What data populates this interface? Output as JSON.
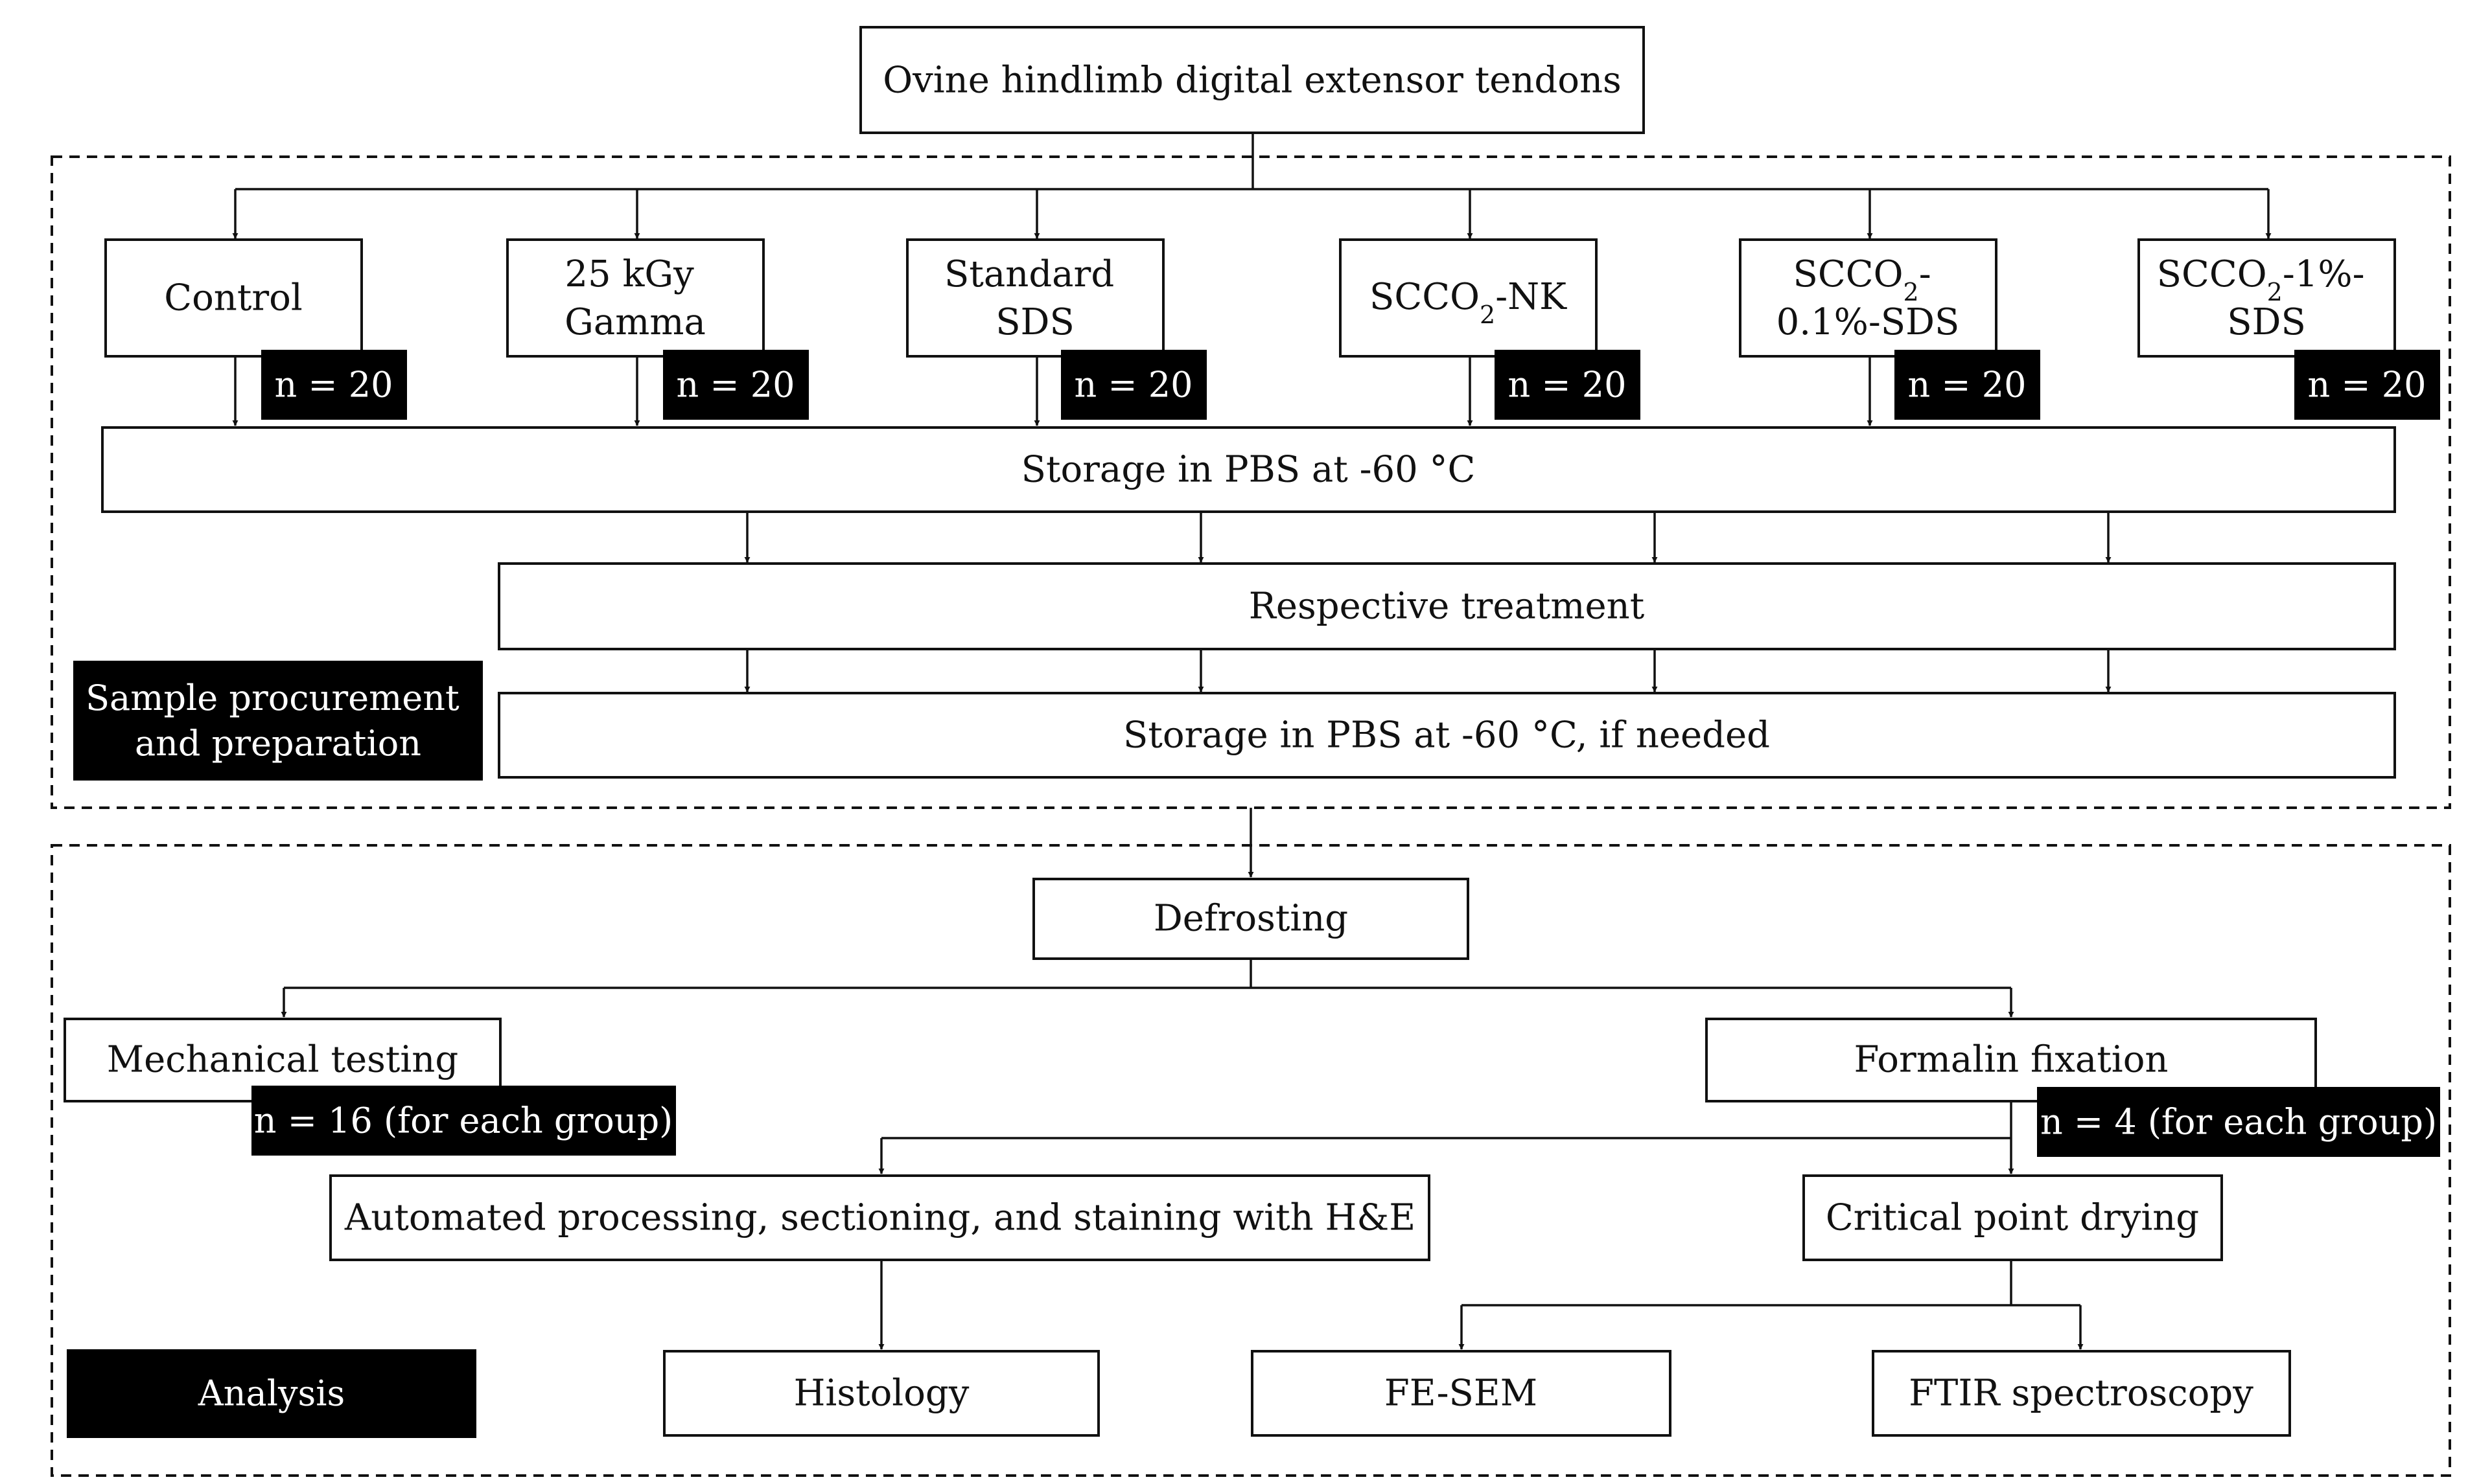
{
  "source": "Ovine hindlimb digital extensor tendons",
  "groups": [
    {
      "name": "Control",
      "n": "n = 20"
    },
    {
      "name": "25 kGy Gamma",
      "n": "n = 20"
    },
    {
      "name": "Standard SDS",
      "n": "n = 20"
    },
    {
      "name": "SCCO₂-NK",
      "n": "n = 20"
    },
    {
      "name": "SCCO₂-0.1%-SDS",
      "n": "n = 20"
    },
    {
      "name": "SCCO₂-1%-SDS",
      "n": "n = 20"
    }
  ],
  "storage_1": "Storage in PBS at -60 °C",
  "treatment": "Respective treatment",
  "storage_2": "Storage in PBS at -60 °C, if needed",
  "section_1_label": "Sample procurement and preparation",
  "defrosting": "Defrosting",
  "mechanical": {
    "name": "Mechanical testing",
    "n": "n = 16 (for each group)"
  },
  "formalin": {
    "name": "Formalin fixation",
    "n": "n = 4 (for each group)"
  },
  "automated": "Automated processing, sectioning, and staining with H&E",
  "critical": "Critical point drying",
  "histology": "Histology",
  "fesem": "FE-SEM",
  "ftir": "FTIR spectroscopy",
  "section_2_label": "Analysis"
}
